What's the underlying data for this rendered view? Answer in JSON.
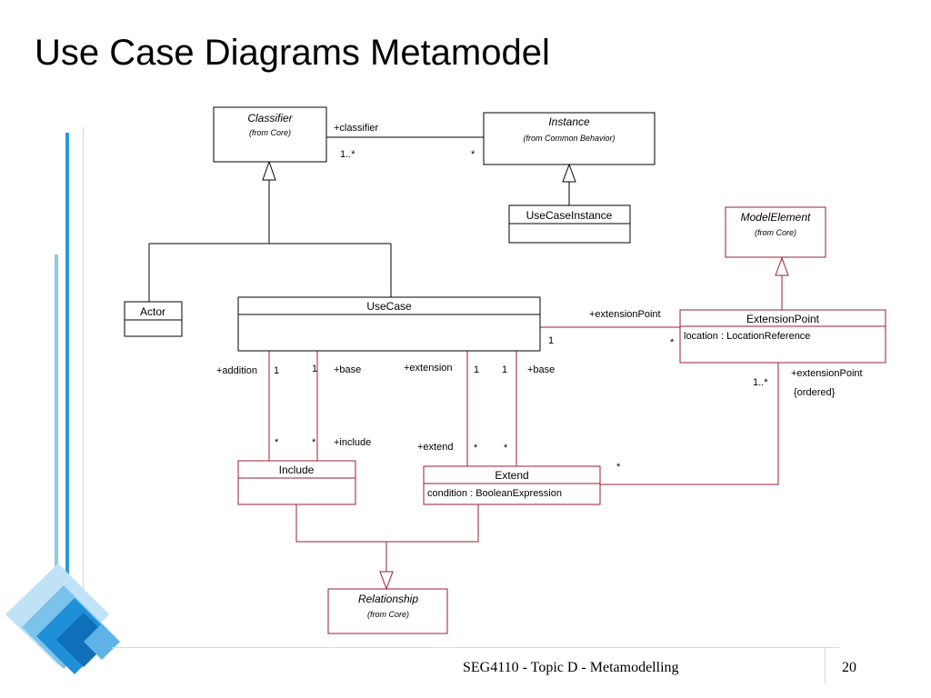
{
  "slide": {
    "title": "Use Case Diagrams Metamodel",
    "footer": "SEG4110 - Topic D - Metamodelling",
    "page_number": "20"
  },
  "colors": {
    "core_line": "#000000",
    "highlight_line": "#9b1c31",
    "decor_blue": "#1e90d6"
  },
  "classes": {
    "classifier": {
      "name": "Classifier",
      "sub": "(from Core)"
    },
    "instance": {
      "name": "Instance",
      "sub": "(from Common Behavior)"
    },
    "usecaseinstance": {
      "name": "UseCaseInstance"
    },
    "modelelement": {
      "name": "ModelElement",
      "sub": "(from Core)"
    },
    "actor": {
      "name": "Actor"
    },
    "usecase": {
      "name": "UseCase"
    },
    "extensionpoint": {
      "name": "ExtensionPoint",
      "attr": "location : LocationReference"
    },
    "include": {
      "name": "Include"
    },
    "extend": {
      "name": "Extend",
      "attr": "condition : BooleanExpression"
    },
    "relationship": {
      "name": "Relationship",
      "sub": "(from Core)"
    }
  },
  "labels": {
    "classifier_role": "+classifier",
    "classifier_mult": "1..*",
    "instance_mult": "*",
    "addition_role": "+addition",
    "addition_mult": "1",
    "base_mult_1": "1",
    "base_role_1": "+base",
    "extension_role": "+extension",
    "extension_mult": "1",
    "base_mult_2": "1",
    "base_role_2": "+base",
    "include_star_1": "*",
    "include_star_2": "*",
    "include_role": "+include",
    "extend_role": "+extend",
    "extend_star_1": "*",
    "extend_star_2": "*",
    "extpoint_role": "+extensionPoint",
    "usecase_extpoint_mult": "1",
    "extpoint_star": "*",
    "extpoint_mult": "1..*",
    "extpoint_role_2": "+extensionPoint",
    "ordered": "{ordered}",
    "extend_ep_star": "*"
  }
}
